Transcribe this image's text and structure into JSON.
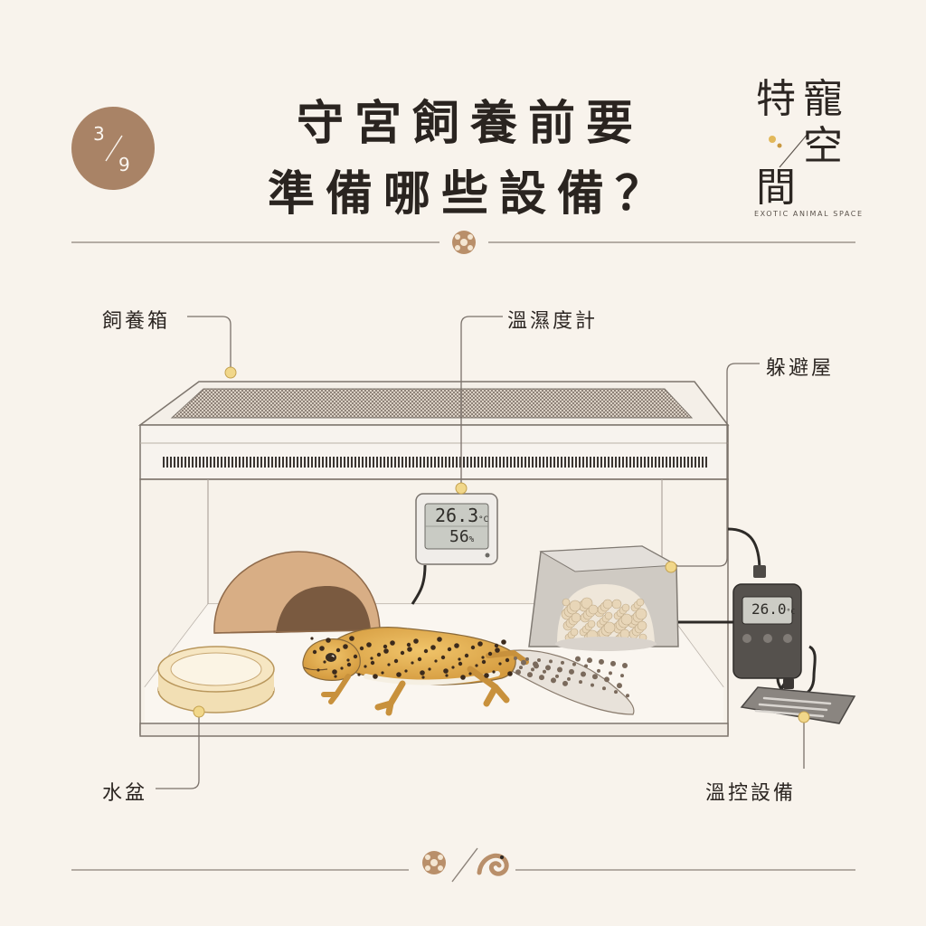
{
  "header": {
    "page_num": "3",
    "page_total": "9",
    "title_line1": "守宮飼養前要",
    "title_line2": "準備哪些設備？"
  },
  "brand": {
    "char1": "特",
    "char2": "寵",
    "char3": "空",
    "char4": "間",
    "subtitle": "EXOTIC ANIMAL SPACE"
  },
  "labels": {
    "enclosure": "飼養箱",
    "hygrometer": "溫濕度計",
    "hide": "躲避屋",
    "water_bowl": "水盆",
    "thermostat": "溫控設備"
  },
  "hygrometer": {
    "temperature": "26.3",
    "temp_unit": "°C",
    "humidity": "56",
    "humidity_unit": "%"
  },
  "thermostat": {
    "temperature": "26.0",
    "temp_unit": "°C"
  },
  "colors": {
    "background": "#f8f3ec",
    "accent": "#a98366",
    "callout_dot": "#f1d78a",
    "line": "#8b8279"
  }
}
